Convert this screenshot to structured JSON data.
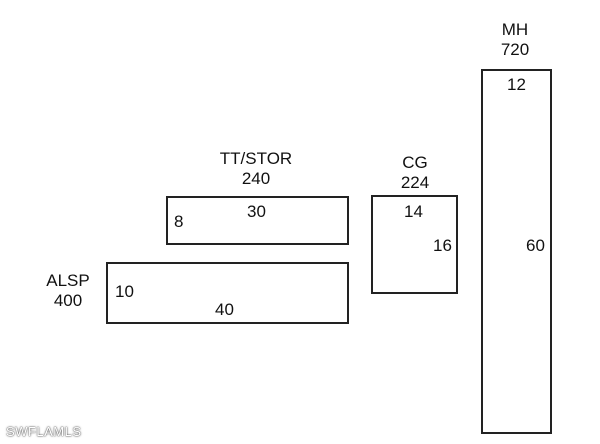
{
  "rooms": {
    "mh": {
      "name": "MH",
      "area": "720",
      "dim_top": "12",
      "dim_side": "60"
    },
    "cg": {
      "name": "CG",
      "area": "224",
      "dim_top": "14",
      "dim_side": "16"
    },
    "ttstor": {
      "name": "TT/STOR",
      "area": "240",
      "dim_top": "30",
      "dim_side": "8"
    },
    "alsp": {
      "name": "ALSP",
      "area": "400",
      "dim_top": "40",
      "dim_side": "10"
    }
  },
  "watermark": "SWFLAMLS"
}
